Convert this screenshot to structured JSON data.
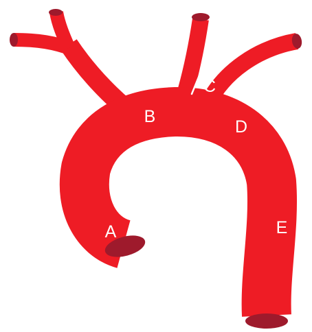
{
  "diagram": {
    "colors": {
      "vessel": "#ee1c25",
      "lumen": "#9e1a2c",
      "label": "#ffffff",
      "background": "#ffffff"
    },
    "labels": {
      "a": "A",
      "b": "B",
      "c": "C",
      "d": "D",
      "e": "E"
    }
  }
}
